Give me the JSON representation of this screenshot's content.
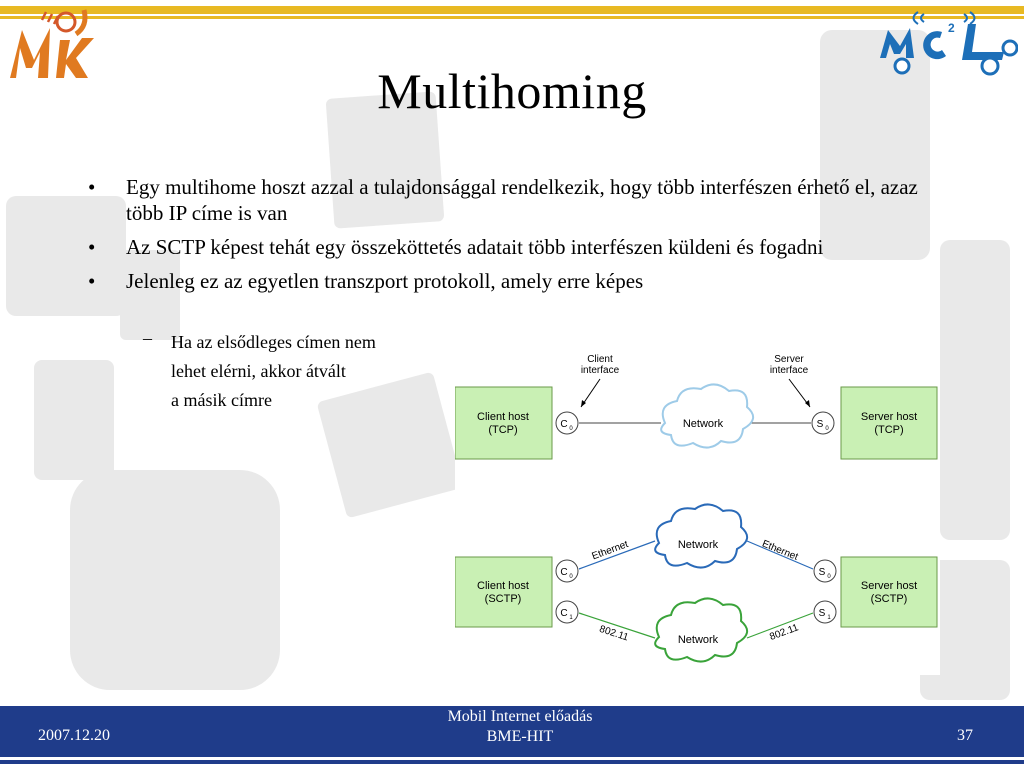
{
  "slide": {
    "title": "Multihoming",
    "bullets": [
      "Egy multihome hoszt azzal a tulajdonsággal rendelkezik, hogy több interfészen érhető el, azaz több IP címe is van",
      "Az SCTP képest tehát egy összeköttetés adatait több interfészen küldeni és fogadni",
      "Jelenleg ez az egyetlen transzport protokoll, amely erre képes"
    ],
    "sub_bullet_lines": [
      "Ha az elsődleges címen nem",
      "lehet elérni, akkor átvált",
      "a másik címre"
    ],
    "bullet_marker": "•",
    "sub_marker": "–"
  },
  "diagram": {
    "client_interface_label": [
      "Client",
      "interface"
    ],
    "server_interface_label": [
      "Server",
      "interface"
    ],
    "tcp": {
      "client_host": [
        "Client host",
        "(TCP)"
      ],
      "server_host": [
        "Server host",
        "(TCP)"
      ],
      "client_port": {
        "main": "C",
        "sub": "0"
      },
      "server_port": {
        "main": "S",
        "sub": "0"
      },
      "network": "Network"
    },
    "sctp": {
      "client_host": [
        "Client host",
        "(SCTP)"
      ],
      "server_host": [
        "Server host",
        "(SCTP)"
      ],
      "client_ports": [
        {
          "main": "C",
          "sub": "0"
        },
        {
          "main": "C",
          "sub": "1"
        }
      ],
      "server_ports": [
        {
          "main": "S",
          "sub": "0"
        },
        {
          "main": "S",
          "sub": "1"
        }
      ],
      "network_top": "Network",
      "network_bottom": "Network",
      "link_left_top": "Ethernet",
      "link_right_top": "Ethernet",
      "link_left_bottom": "802.11",
      "link_right_bottom": "802.11"
    },
    "colors": {
      "host_fill": "#c9f0b4",
      "host_stroke": "#6a9a4a",
      "cloud_tcp": "#9ecbe8",
      "cloud_ethernet": "#2a6ab8",
      "cloud_wifi": "#3aa33a"
    }
  },
  "footer": {
    "date": "2007.12.20",
    "center_line1": "Mobil Internet előadás",
    "center_line2": "BME-HIT",
    "page": "37"
  },
  "theme": {
    "accent_top": "#e8b923",
    "footer_bg": "#1f3c8a"
  }
}
